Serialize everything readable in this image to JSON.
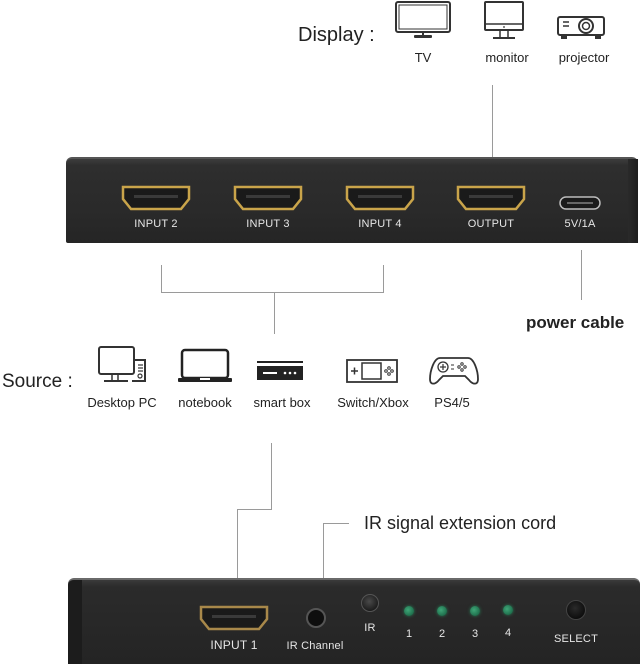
{
  "display": {
    "heading": "Display :",
    "items": [
      {
        "label": "TV",
        "icon": "tv-icon"
      },
      {
        "label": "monitor",
        "icon": "monitor-icon"
      },
      {
        "label": "projector",
        "icon": "projector-icon"
      }
    ]
  },
  "device_top": {
    "ports": [
      {
        "label": "INPUT 2",
        "type": "hdmi"
      },
      {
        "label": "INPUT 3",
        "type": "hdmi"
      },
      {
        "label": "INPUT 4",
        "type": "hdmi"
      },
      {
        "label": "OUTPUT",
        "type": "hdmi"
      },
      {
        "label": "5V/1A",
        "type": "usb-c"
      }
    ]
  },
  "power": {
    "label": "power cable"
  },
  "source": {
    "heading": "Source :",
    "items": [
      {
        "label": "Desktop PC",
        "icon": "desktop-pc-icon"
      },
      {
        "label": "notebook",
        "icon": "notebook-icon"
      },
      {
        "label": "smart box",
        "icon": "smart-box-icon"
      },
      {
        "label": "Switch/Xbox",
        "icon": "handheld-console-icon"
      },
      {
        "label": "PS4/5",
        "icon": "gamepad-icon"
      }
    ]
  },
  "ir_extension": {
    "label": "IR signal extension cord"
  },
  "device_bottom": {
    "input_label": "INPUT 1",
    "ir_channel_label": "IR Channel",
    "ir_label": "IR",
    "leds": [
      "1",
      "2",
      "3",
      "4"
    ],
    "select_label": "SELECT"
  },
  "colors": {
    "device_body": "#2a2a2a",
    "hdmi_gold": "#c9a44a",
    "led_green": "#2f8f63",
    "connector_line": "#9a9a9a",
    "text": "#222222"
  }
}
